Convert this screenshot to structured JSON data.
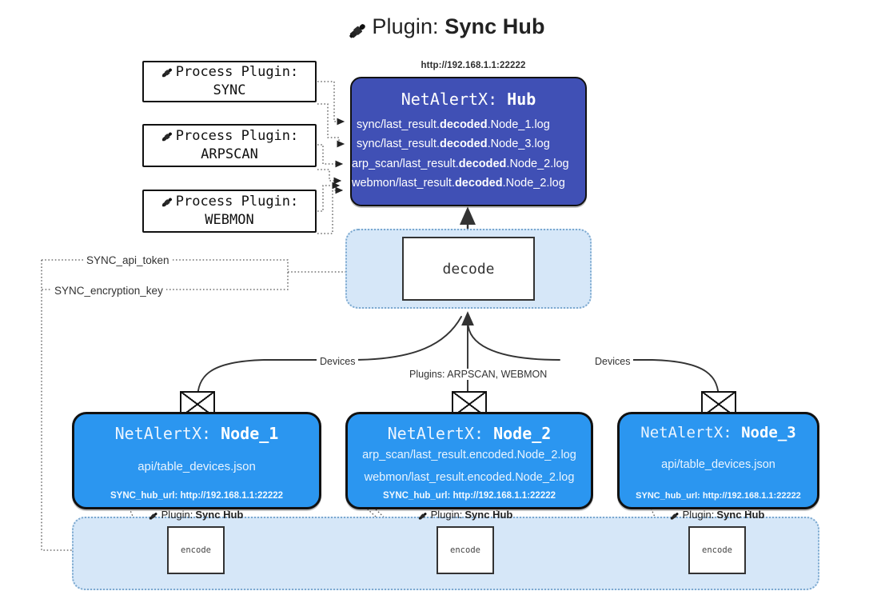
{
  "title": {
    "icon": "plug-icon",
    "prefix": "Plugin: ",
    "name": "Sync Hub"
  },
  "process_plugins": [
    {
      "icon": "plug-icon",
      "line1": "Process Plugin:",
      "line2": "SYNC"
    },
    {
      "icon": "plug-icon",
      "line1": "Process Plugin:",
      "line2": "ARPSCAN"
    },
    {
      "icon": "plug-icon",
      "line1": "Process Plugin:",
      "line2": "WEBMON"
    }
  ],
  "hub": {
    "url": "http://192.168.1.1:22222",
    "title_prefix": "NetAlertX: ",
    "title_name": "Hub",
    "lines": [
      {
        "pre": "sync/last_result.",
        "em": "decoded",
        "post": ".Node_1.log"
      },
      {
        "pre": "sync/last_result.",
        "em": "decoded",
        "post": ".Node_3.log"
      },
      {
        "pre": "arp_scan/last_result.",
        "em": "decoded",
        "post": ".Node_2.log"
      },
      {
        "pre": "webmon/last_result.",
        "em": "decoded",
        "post": ".Node_2.log"
      }
    ]
  },
  "decode": {
    "label": "decode"
  },
  "tokens": {
    "api_token": "SYNC_api_token",
    "encryption_key": "SYNC_encryption_key"
  },
  "mid_labels": {
    "devices_left": "Devices",
    "devices_right": "Devices",
    "plugins_center": "Plugins: ARPSCAN, WEBMON"
  },
  "nodes": [
    {
      "title_prefix": "NetAlertX: ",
      "title_name": "Node_1",
      "lines": [
        "api/table_devices.json"
      ],
      "footer": "SYNC_hub_url: http://192.168.1.1:22222",
      "envelope_icon": "envelope-icon"
    },
    {
      "title_prefix": "NetAlertX: ",
      "title_name": "Node_2",
      "lines": [
        "arp_scan/last_result.encoded.Node_2.log",
        "webmon/last_result.encoded.Node_2.log"
      ],
      "footer": "SYNC_hub_url: http://192.168.1.1:22222",
      "envelope_icon": "envelope-icon"
    },
    {
      "title_prefix": "NetAlertX: ",
      "title_name": "Node_3",
      "lines": [
        "api/table_devices.json"
      ],
      "footer": "SYNC_hub_url: http://192.168.1.1:22222",
      "envelope_icon": "envelope-icon"
    }
  ],
  "encoders": [
    {
      "icon": "plug-icon",
      "caption_prefix": "Plugin: ",
      "caption_name": "Sync Hub",
      "label": "encode"
    },
    {
      "icon": "plug-icon",
      "caption_prefix": "Plugin: ",
      "caption_name": "Sync Hub",
      "label": "encode"
    },
    {
      "icon": "plug-icon",
      "caption_prefix": "Plugin: ",
      "caption_name": "Sync Hub",
      "label": "encode"
    }
  ],
  "colors": {
    "hub_fill": "#4050b5",
    "node_fill": "#2b96f0",
    "zone_fill": "#d6e7f8",
    "zone_border": "#7ba8cf",
    "stroke": "#111111",
    "background": "#ffffff"
  }
}
